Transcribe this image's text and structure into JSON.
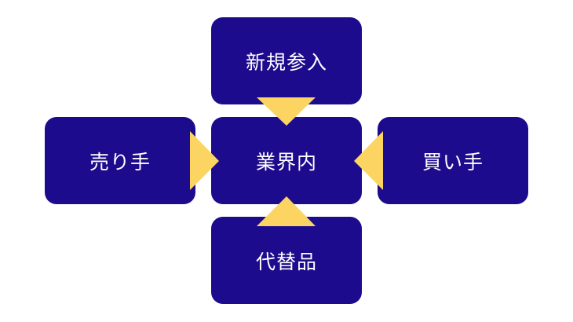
{
  "nodes": {
    "top": "新規参入",
    "center": "業界内",
    "left": "売り手",
    "right": "買い手",
    "bottom": "代替品"
  },
  "colors": {
    "box": "#1c0b8c",
    "arrow": "#fcd462",
    "text": "#ffffff"
  }
}
